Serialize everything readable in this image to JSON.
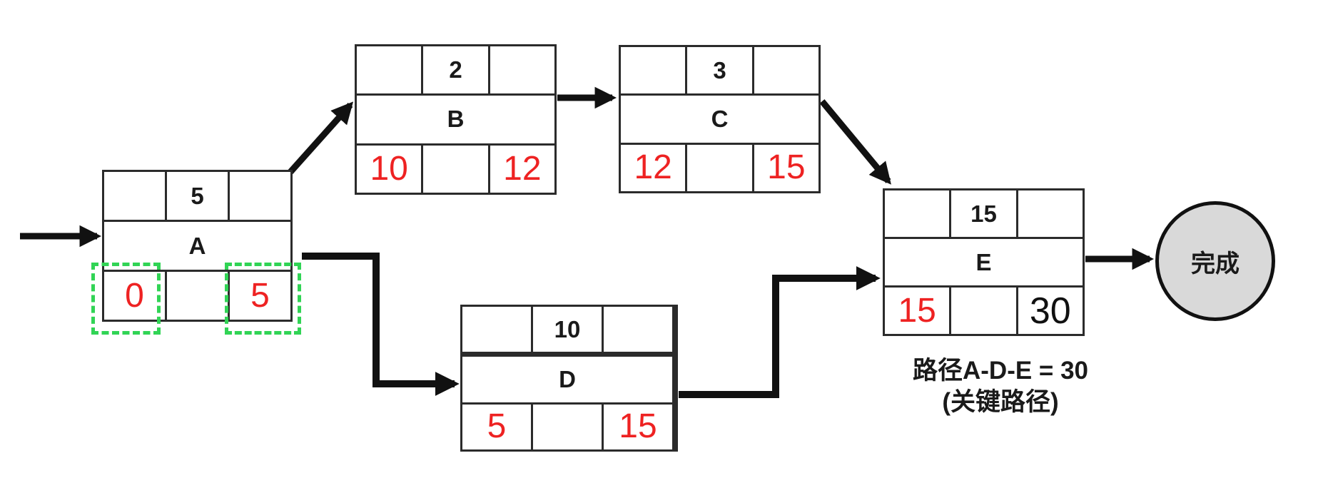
{
  "diagram": {
    "title": "CPM activity network",
    "nodes": [
      {
        "id": "A",
        "label": "A",
        "duration": "5",
        "early_start": "0",
        "early_finish": "5",
        "early_finish_style": "red"
      },
      {
        "id": "B",
        "label": "B",
        "duration": "2",
        "early_start": "10",
        "early_finish": "12",
        "early_finish_style": "red"
      },
      {
        "id": "C",
        "label": "C",
        "duration": "3",
        "early_start": "12",
        "early_finish": "15",
        "early_finish_style": "red"
      },
      {
        "id": "D",
        "label": "D",
        "duration": "10",
        "early_start": "5",
        "early_finish": "15",
        "early_finish_style": "red"
      },
      {
        "id": "E",
        "label": "E",
        "duration": "15",
        "early_start": "15",
        "early_finish": "30",
        "early_finish_style": "black"
      }
    ],
    "edges": [
      {
        "from": "start",
        "to": "A"
      },
      {
        "from": "A",
        "to": "B"
      },
      {
        "from": "B",
        "to": "C"
      },
      {
        "from": "C",
        "to": "E"
      },
      {
        "from": "A",
        "to": "D"
      },
      {
        "from": "D",
        "to": "E"
      },
      {
        "from": "E",
        "to": "finish"
      }
    ],
    "finish_node": {
      "label": "完成"
    },
    "caption": {
      "line1": "路径A-D-E = 30",
      "line2": "(关键路径)"
    },
    "highlight": {
      "note": "green dashed boxes around A early start and early finish cells"
    },
    "colors": {
      "red_value": "#ee2222",
      "green_dashed": "#31d455",
      "line": "#111111",
      "circle_fill": "#d9d9d9"
    }
  }
}
